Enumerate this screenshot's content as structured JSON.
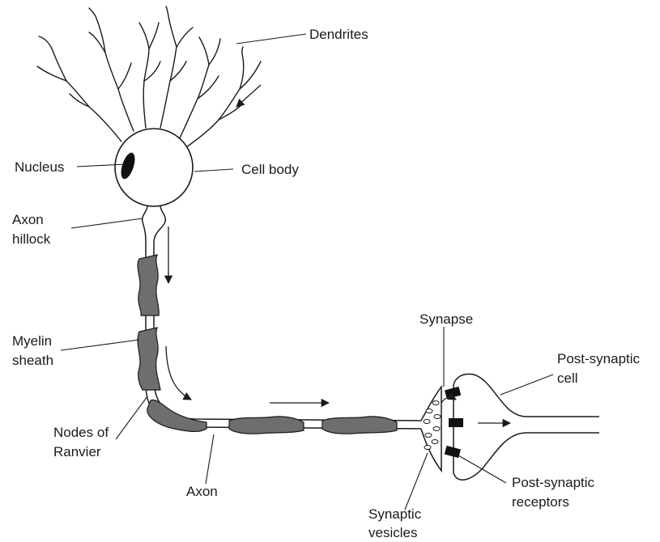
{
  "labels": {
    "dendrites": "Dendrites",
    "nucleus": "Nucleus",
    "cell_body": "Cell body",
    "axon_hillock_1": "Axon",
    "axon_hillock_2": "hillock",
    "myelin_sheath_1": "Myelin",
    "myelin_sheath_2": "sheath",
    "nodes_of_ranvier_1": "Nodes of",
    "nodes_of_ranvier_2": "Ranvier",
    "axon": "Axon",
    "synapse": "Synapse",
    "post_synaptic_cell_1": "Post-synaptic",
    "post_synaptic_cell_2": "cell",
    "post_synaptic_receptors_1": "Post-synaptic",
    "post_synaptic_receptors_2": "receptors",
    "synaptic_vesicles_1": "Synaptic",
    "synaptic_vesicles_2": "vesicles"
  },
  "colors": {
    "ink": "#1a1a1a",
    "myelin": "#6e6e6e",
    "receptor": "#111111",
    "background": "#ffffff"
  }
}
